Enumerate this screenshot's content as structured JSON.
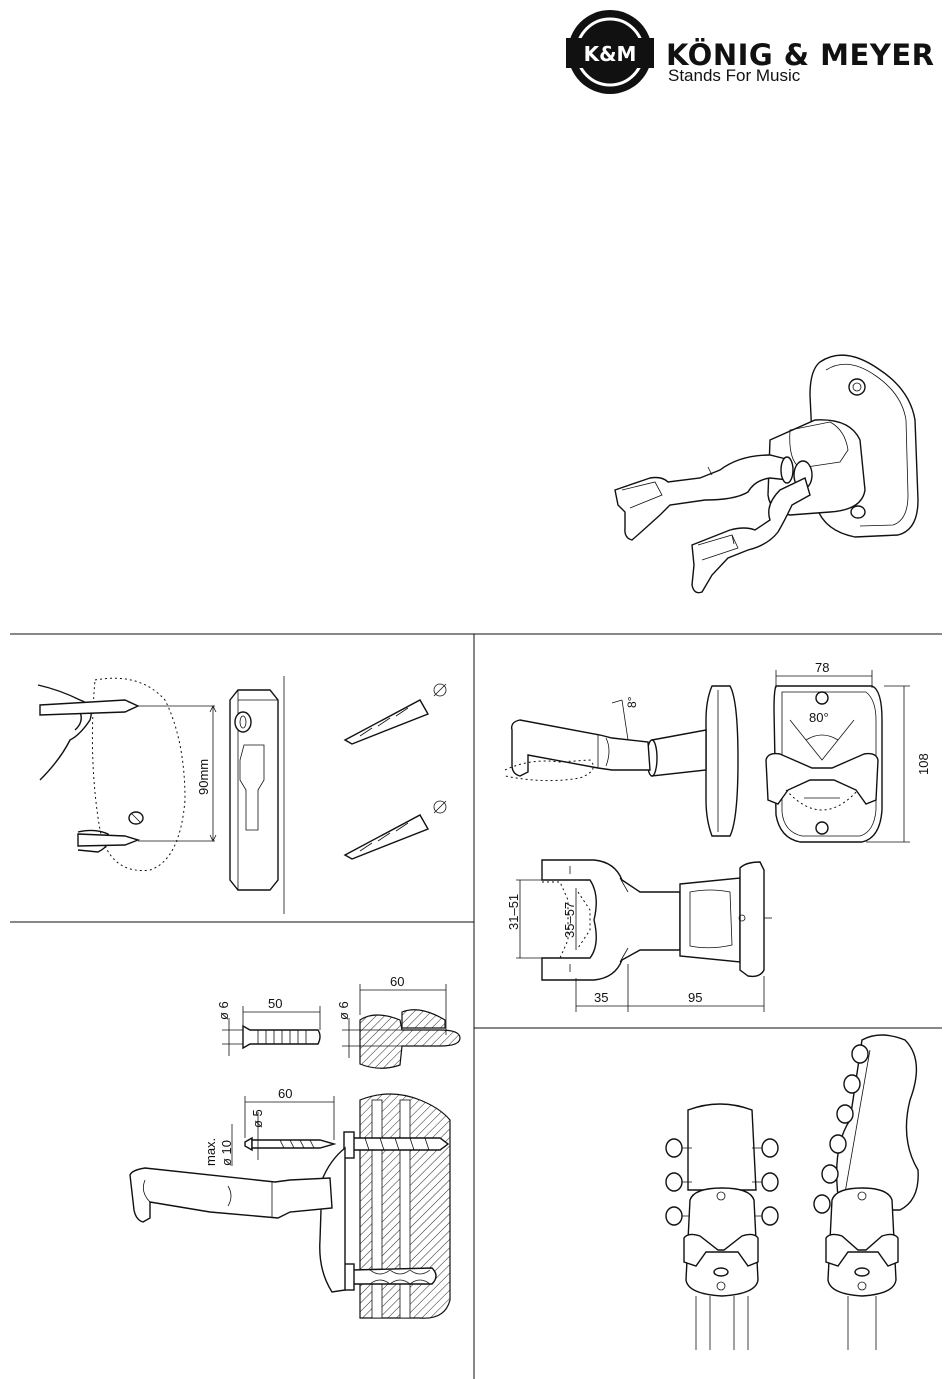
{
  "header": {
    "logo_text": "K&M",
    "brand_name": "KÖNIG & MEYER",
    "tagline": "Stands For Music"
  },
  "step1": {
    "distance_label": "90mm"
  },
  "step2": {
    "screw_diameter": "ø 6",
    "screw_length": "50",
    "hole_diameter": "ø 6",
    "hole_depth": "60",
    "wood_screw_length": "60",
    "wood_screw_diameter": "ø 5",
    "head_max_label": "max.",
    "head_diameter": "ø 10"
  },
  "dimensions": {
    "angle_side": "8°",
    "width": "78",
    "angle_front": "80°",
    "height": "108",
    "outer_range": "31–51",
    "inner_range": "35–57",
    "arm_length": "35",
    "body_length": "95"
  },
  "colors": {
    "line": "#111111",
    "background": "#ffffff"
  }
}
